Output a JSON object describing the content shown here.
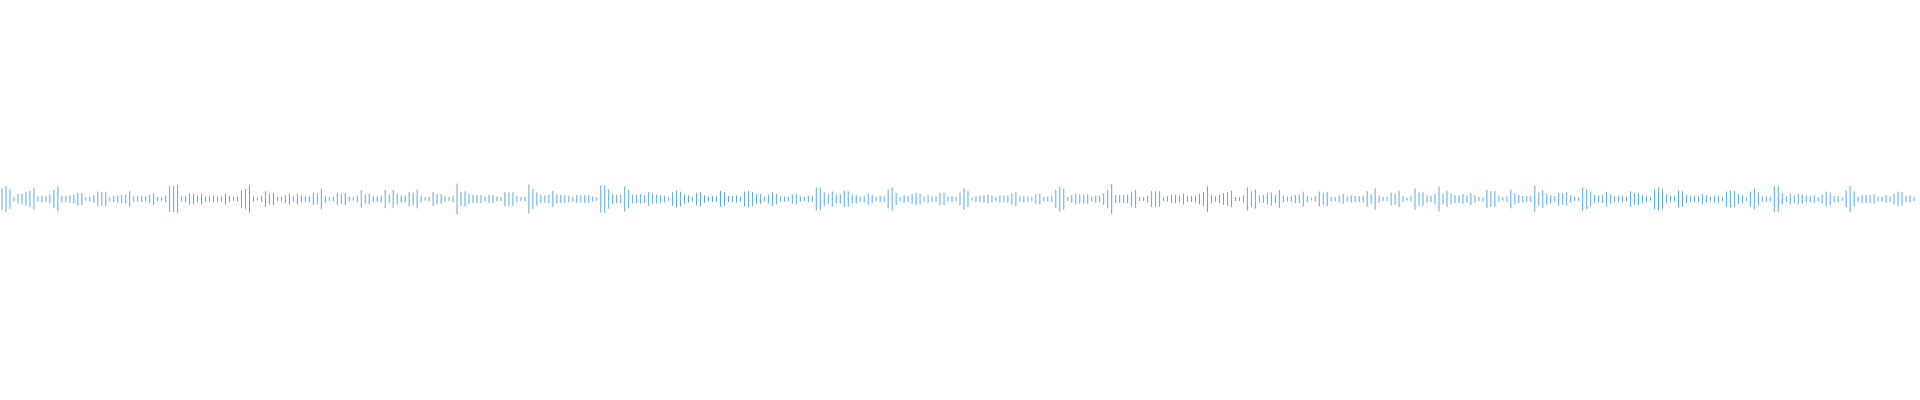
{
  "waveform": {
    "color": "#5aa9e0",
    "samples_per_segment": 3,
    "segments": [
      {
        "amp": 0.9
      },
      {
        "amp": 0.3
      },
      {
        "amp": 0.8
      },
      {
        "amp": 0.2
      },
      {
        "amp": 0.7
      },
      {
        "amp": 0.3
      },
      {
        "amp": 0.4
      },
      {
        "amp": 0.2
      },
      {
        "amp": 0.6
      },
      {
        "amp": 0.2
      },
      {
        "amp": 0.5
      },
      {
        "amp": 0.2
      },
      {
        "amp": 0.3
      },
      {
        "amp": 0.2
      },
      {
        "amp": 1.0
      },
      {
        "amp": 0.3
      },
      {
        "amp": 0.4
      },
      {
        "amp": 0.2
      },
      {
        "amp": 0.3
      },
      {
        "amp": 0.2
      },
      {
        "amp": 0.8
      },
      {
        "amp": 0.2
      },
      {
        "amp": 0.5
      },
      {
        "amp": 0.2
      },
      {
        "amp": 0.4
      },
      {
        "amp": 0.2
      },
      {
        "amp": 0.6
      },
      {
        "amp": 0.2
      },
      {
        "amp": 0.4
      },
      {
        "amp": 0.2
      },
      {
        "amp": 0.5
      },
      {
        "amp": 0.2
      },
      {
        "amp": 0.7
      },
      {
        "amp": 0.3
      },
      {
        "amp": 0.6
      },
      {
        "amp": 0.2
      },
      {
        "amp": 0.4
      },
      {
        "amp": 0.2
      },
      {
        "amp": 0.9
      },
      {
        "amp": 0.3
      },
      {
        "amp": 0.3
      },
      {
        "amp": 0.2
      },
      {
        "amp": 0.5
      },
      {
        "amp": 0.2
      },
      {
        "amp": 0.8
      },
      {
        "amp": 0.3
      },
      {
        "amp": 0.5
      },
      {
        "amp": 0.2
      },
      {
        "amp": 0.3
      },
      {
        "amp": 0.2
      },
      {
        "amp": 0.9
      },
      {
        "amp": 0.4
      },
      {
        "amp": 0.7
      },
      {
        "amp": 0.3
      },
      {
        "amp": 0.5
      },
      {
        "amp": 0.2
      },
      {
        "amp": 0.6
      },
      {
        "amp": 0.3
      },
      {
        "amp": 0.4
      },
      {
        "amp": 0.2
      },
      {
        "amp": 0.5
      },
      {
        "amp": 0.2
      },
      {
        "amp": 0.7
      },
      {
        "amp": 0.3
      },
      {
        "amp": 0.4
      },
      {
        "amp": 0.2
      },
      {
        "amp": 0.3
      },
      {
        "amp": 0.2
      },
      {
        "amp": 0.9
      },
      {
        "amp": 0.4
      },
      {
        "amp": 0.6
      },
      {
        "amp": 0.3
      },
      {
        "amp": 0.3
      },
      {
        "amp": 0.2
      },
      {
        "amp": 0.7
      },
      {
        "amp": 0.2
      },
      {
        "amp": 0.5
      },
      {
        "amp": 0.2
      },
      {
        "amp": 0.4
      },
      {
        "amp": 0.2
      },
      {
        "amp": 0.6
      },
      {
        "amp": 0.2
      },
      {
        "amp": 0.3
      },
      {
        "amp": 0.2
      },
      {
        "amp": 0.5
      },
      {
        "amp": 0.2
      },
      {
        "amp": 0.3
      },
      {
        "amp": 0.2
      },
      {
        "amp": 0.8
      },
      {
        "amp": 0.3
      },
      {
        "amp": 0.4
      },
      {
        "amp": 0.2
      },
      {
        "amp": 0.9
      },
      {
        "amp": 0.3
      },
      {
        "amp": 0.5
      },
      {
        "amp": 0.2
      },
      {
        "amp": 0.6
      },
      {
        "amp": 0.2
      },
      {
        "amp": 0.4
      },
      {
        "amp": 0.2
      },
      {
        "amp": 0.7
      },
      {
        "amp": 0.3
      },
      {
        "amp": 0.5
      },
      {
        "amp": 0.2
      },
      {
        "amp": 0.8
      },
      {
        "amp": 0.3
      },
      {
        "amp": 0.6
      },
      {
        "amp": 0.2
      },
      {
        "amp": 0.4
      },
      {
        "amp": 0.2
      },
      {
        "amp": 0.5
      },
      {
        "amp": 0.2
      },
      {
        "amp": 0.3
      },
      {
        "amp": 0.2
      },
      {
        "amp": 0.7
      },
      {
        "amp": 0.2
      },
      {
        "amp": 0.5
      },
      {
        "amp": 0.2
      },
      {
        "amp": 0.6
      },
      {
        "amp": 0.3
      },
      {
        "amp": 0.8
      },
      {
        "amp": 0.3
      },
      {
        "amp": 0.4
      },
      {
        "amp": 0.2
      },
      {
        "amp": 0.6
      },
      {
        "amp": 0.2
      },
      {
        "amp": 0.5
      },
      {
        "amp": 0.2
      },
      {
        "amp": 0.9
      },
      {
        "amp": 0.3
      },
      {
        "amp": 0.5
      },
      {
        "amp": 0.2
      },
      {
        "amp": 0.7
      },
      {
        "amp": 0.3
      },
      {
        "amp": 0.4
      },
      {
        "amp": 0.2
      },
      {
        "amp": 0.6
      },
      {
        "amp": 0.2
      },
      {
        "amp": 0.8
      },
      {
        "amp": 0.3
      },
      {
        "amp": 0.5
      },
      {
        "amp": 0.2
      },
      {
        "amp": 0.3
      },
      {
        "amp": 0.2
      },
      {
        "amp": 0.7
      },
      {
        "amp": 0.3
      },
      {
        "amp": 0.6
      },
      {
        "amp": 0.2
      },
      {
        "amp": 0.8
      },
      {
        "amp": 0.3
      },
      {
        "amp": 0.4
      },
      {
        "amp": 0.2
      },
      {
        "amp": 0.5
      },
      {
        "amp": 0.2
      },
      {
        "amp": 0.7
      },
      {
        "amp": 0.3
      },
      {
        "amp": 0.3
      },
      {
        "amp": 0.2
      },
      {
        "amp": 0.6
      },
      {
        "amp": 0.2
      }
    ]
  }
}
